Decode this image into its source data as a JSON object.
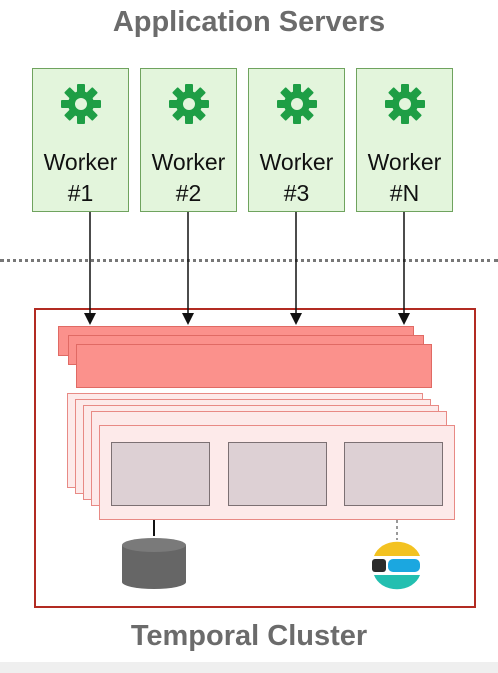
{
  "title_top": "Application Servers",
  "title_bottom": "Temporal Cluster",
  "workers": [
    {
      "label": "Worker",
      "num": "#1"
    },
    {
      "label": "Worker",
      "num": "#2"
    },
    {
      "label": "Worker",
      "num": "#3"
    },
    {
      "label": "Worker",
      "num": "#N"
    }
  ],
  "colors": {
    "worker_fill": "#e3f5dc",
    "gear": "#1e9e45",
    "queue": "#fb918c",
    "shard": "#fdeaea",
    "store": "#ddd0d4",
    "cluster_border": "#b22b22",
    "database": "#666666"
  },
  "icons": [
    "gear-icon",
    "database-icon",
    "elasticsearch-icon"
  ]
}
